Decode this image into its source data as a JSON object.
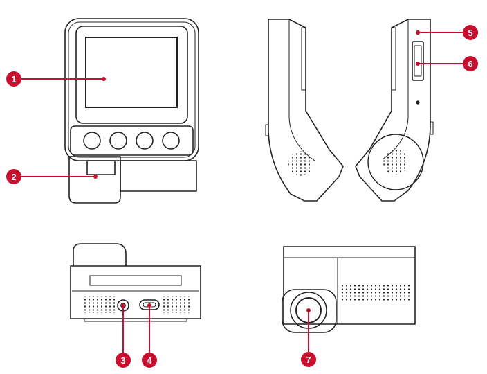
{
  "colors": {
    "outline": "#222222",
    "callout": "#c8102e",
    "callout_text": "#ffffff",
    "background": "#ffffff"
  },
  "callouts": [
    {
      "label": "1",
      "part": "screen"
    },
    {
      "label": "2",
      "part": "mount-release-latch"
    },
    {
      "label": "3",
      "part": "audio-jack"
    },
    {
      "label": "4",
      "part": "usb-c-port"
    },
    {
      "label": "5",
      "part": "status-led"
    },
    {
      "label": "6",
      "part": "side-button"
    },
    {
      "label": "7",
      "part": "rear-lens"
    }
  ]
}
